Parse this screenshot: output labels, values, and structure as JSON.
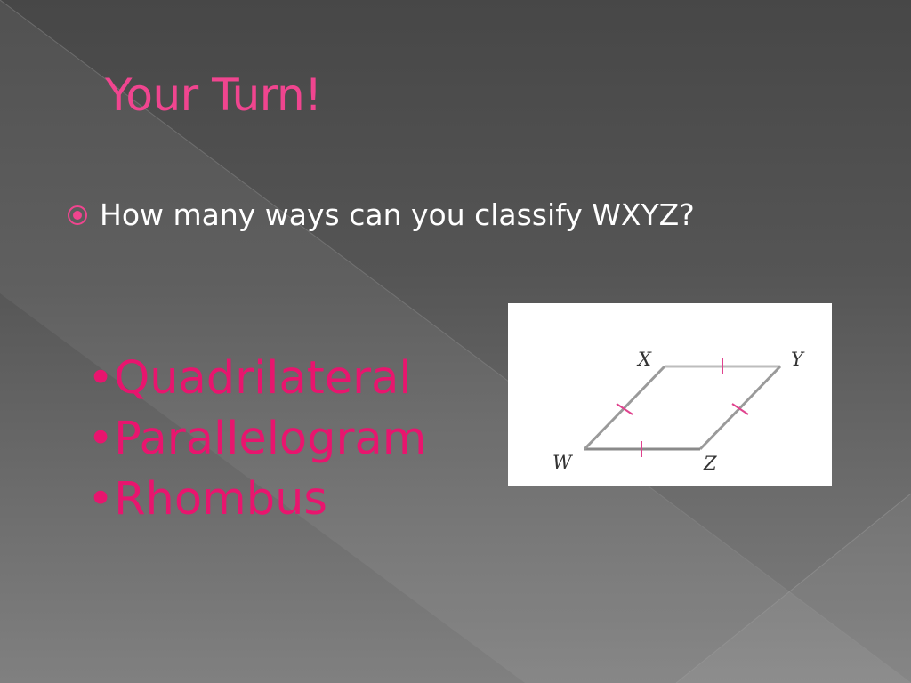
{
  "slide": {
    "title": "Your Turn!",
    "question": "How many ways can you classify WXYZ?",
    "bullet_icon": "radio-bullet-icon",
    "answers": [
      {
        "label": "•Quadrilateral"
      },
      {
        "label": "•Parallelogram"
      },
      {
        "label": "•Rhombus"
      }
    ]
  },
  "figure": {
    "vertices": {
      "w": "W",
      "x": "X",
      "y": "Y",
      "z": "Z"
    }
  },
  "colors": {
    "title": "#f0458f",
    "answers": "#e8156e",
    "question": "#ffffff",
    "tick_marks": "#e0438e"
  }
}
